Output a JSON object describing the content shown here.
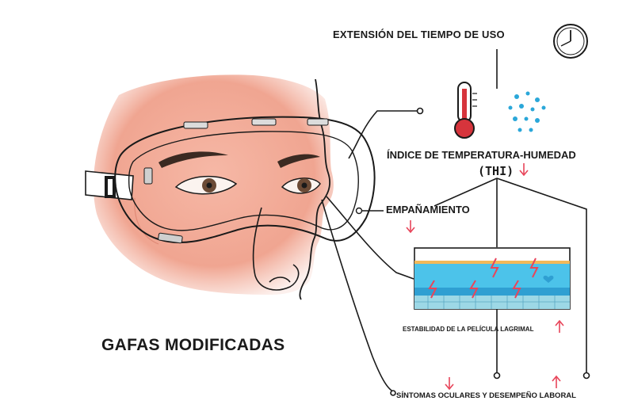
{
  "labels": {
    "extension": "EXTENSIÓN DEL TIEMPO DE USO",
    "thi": "ÍNDICE DE TEMPERATURA-HUMEDAD",
    "thi_abbr": "(THI)",
    "fogging": "EMPAÑAMIENTO",
    "tear_film": "ESTABILIDAD DE LA PELÍCULA LAGRIMAL",
    "symptoms": "SÍNTOMAS OCULARES Y DESEMPEÑO LABORAL",
    "goggles": "GAFAS MODIFICADAS"
  },
  "icons": [
    "clock-icon",
    "thermometer-icon",
    "humidity-dots-icon",
    "lightning-icon",
    "heart-icon"
  ],
  "indicators": {
    "thi": "down",
    "fogging": "down",
    "tear_film": "up",
    "symptoms_ocular": "down",
    "symptoms_performance": "up"
  },
  "colors": {
    "skin": "#f0a896",
    "skin_dark": "#e88c78",
    "arrow": "#e8455a",
    "thermometer_red": "#d6343c",
    "droplets": "#2aa7d9",
    "tear_layer": "#4cc3ea",
    "tear_deep": "#2f9fd2",
    "lipid_layer": "#f2b95a",
    "epithelium": "#9dd8e6",
    "ink": "#1a1a1a"
  }
}
